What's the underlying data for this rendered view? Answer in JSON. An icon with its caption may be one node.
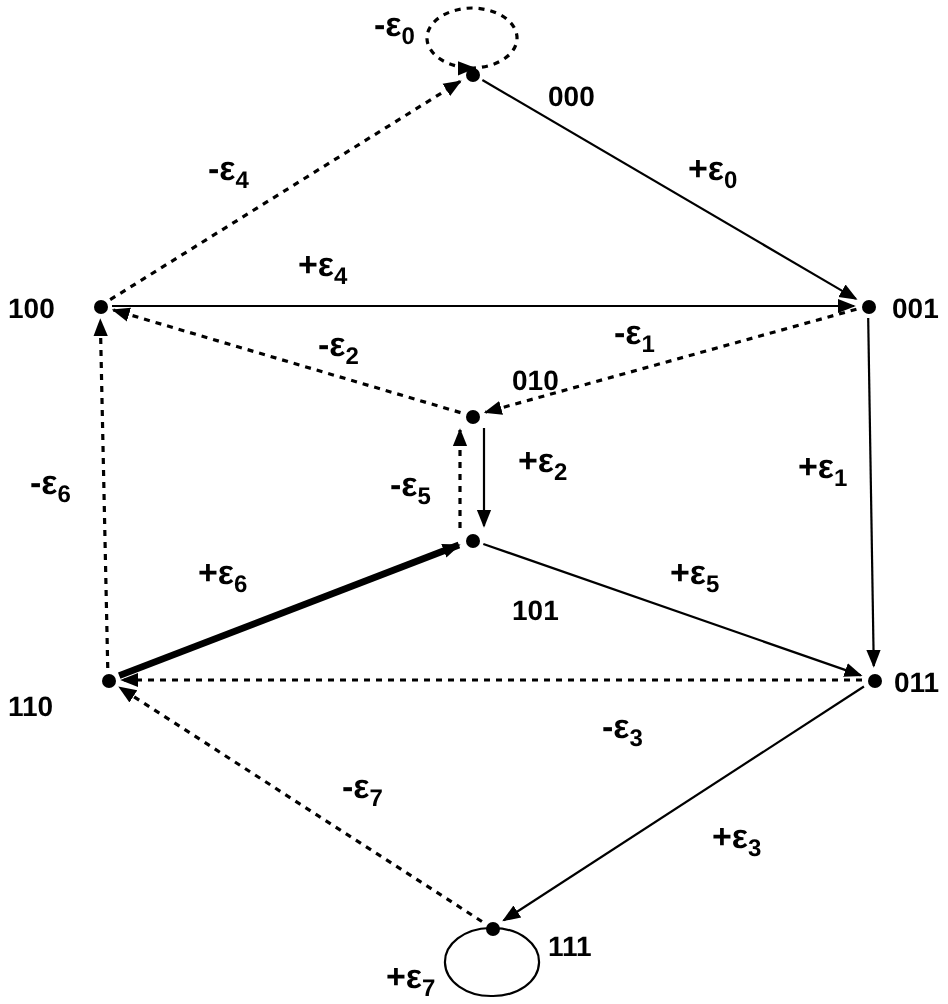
{
  "diagram": {
    "nodes": [
      {
        "text": [
          "000"
        ]
      },
      {
        "text": [
          "001"
        ]
      },
      {
        "text": [
          "100"
        ]
      },
      {
        "text": [
          "010"
        ]
      },
      {
        "text": [
          "101"
        ]
      },
      {
        "text": [
          "110"
        ]
      },
      {
        "text": [
          "011"
        ]
      },
      {
        "text": [
          "111"
        ]
      }
    ],
    "edges": [
      {
        "from": 2,
        "to": 0,
        "arrow": "to",
        "style": "dashed",
        "label": "-ε$_{4}$"
      },
      {
        "from": 0,
        "to": 1,
        "arrow": "to",
        "label": "+ε$_{0}$"
      },
      {
        "from": 2,
        "to": 1,
        "arrow": "to",
        "label": "+ε$_{4}$"
      },
      {
        "from": 1,
        "to": 3,
        "arrow": "to",
        "style": "dashed",
        "label": "-ε$_{1}$"
      },
      {
        "from": 3,
        "to": 2,
        "arrow": "to",
        "style": "dashed",
        "label": "-ε$_{2}$"
      },
      {
        "from": 3,
        "to": 4,
        "arrow": "to",
        "label": "+ε$_{2}$"
      },
      {
        "from": 4,
        "to": 3,
        "arrow": "to",
        "style": "dashed",
        "label": "-ε$_{5}$"
      },
      {
        "from": 1,
        "to": 6,
        "arrow": "to",
        "label": "+ε$_{1}$"
      },
      {
        "from": 5,
        "to": 2,
        "arrow": "to",
        "style": "dashed",
        "label": "-ε$_{6}$"
      },
      {
        "from": 5,
        "to": 4,
        "arrow": "to",
        "style": "thick",
        "label": "+ε$_{6}$"
      },
      {
        "from": 4,
        "to": 6,
        "arrow": "to",
        "label": "+ε$_{5}$"
      },
      {
        "from": 6,
        "to": 5,
        "arrow": "to",
        "style": "dashed",
        "label": "-ε$_{3}$"
      },
      {
        "from": 6,
        "to": 7,
        "arrow": "to",
        "label": "+ε$_{3}$"
      },
      {
        "from": 7,
        "to": 5,
        "arrow": "to",
        "style": "dashed",
        "label": "-ε$_{7}$"
      },
      {
        "from": 0,
        "to": 0,
        "arrow": "to",
        "style": "dashed",
        "label": "-ε$_{0}$"
      },
      {
        "from": 7,
        "to": 7,
        "arrow": "none",
        "label": "+ε$_{7}$"
      }
    ]
  }
}
